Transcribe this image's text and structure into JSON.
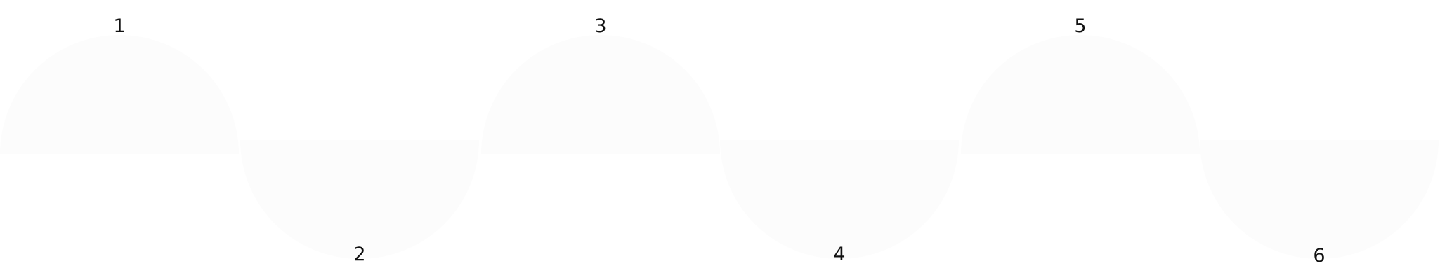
{
  "steps": [
    {
      "number": "1",
      "text": ""
    },
    {
      "number": "2",
      "text": ""
    },
    {
      "number": "3",
      "text": ""
    },
    {
      "number": "4",
      "text": ""
    },
    {
      "number": "5",
      "text": ""
    },
    {
      "number": "6",
      "text": ""
    }
  ]
}
